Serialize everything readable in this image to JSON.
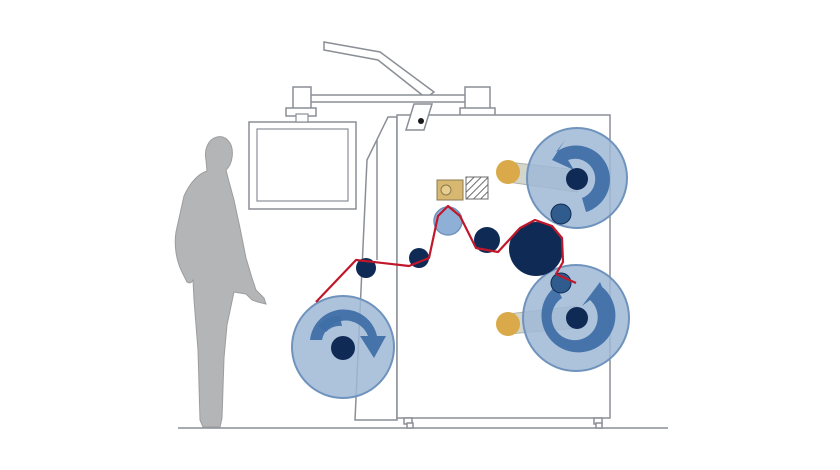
{
  "diagram": {
    "colors": {
      "background": "#ffffff",
      "outline": "#8a8f96",
      "machine_fill": "#ffffff",
      "person": "#b4b5b7",
      "person_edge": "#9c9d9f",
      "reel_disc": "#9fb9d6",
      "reel_disc_edge": "#6f93bd",
      "reel_arrow": "#3f6fa6",
      "roller_dark": "#0f2a55",
      "roller_light": "#8fb0d6",
      "arm_pivot": "#d9a94a",
      "arm_band": "#cfd2c8",
      "web_line": "#c0182a",
      "heater": "#d8b870",
      "hatch": "#6d6d6d"
    },
    "elements": [
      {
        "name": "operator-silhouette",
        "icon": "person-icon"
      },
      {
        "name": "control-monitor",
        "icon": "monitor-icon"
      },
      {
        "name": "overhead-boom-arm",
        "icon": "boom-arm-icon"
      },
      {
        "name": "unwind-reel",
        "icon": "reel-rotate-icon"
      },
      {
        "name": "rewind-reel-upper",
        "icon": "reel-rotate-icon"
      },
      {
        "name": "rewind-reel-lower",
        "icon": "reel-rotate-icon"
      },
      {
        "name": "web-path",
        "icon": "web-path-line"
      },
      {
        "name": "lamination-heater",
        "icon": "heater-icon"
      }
    ]
  }
}
